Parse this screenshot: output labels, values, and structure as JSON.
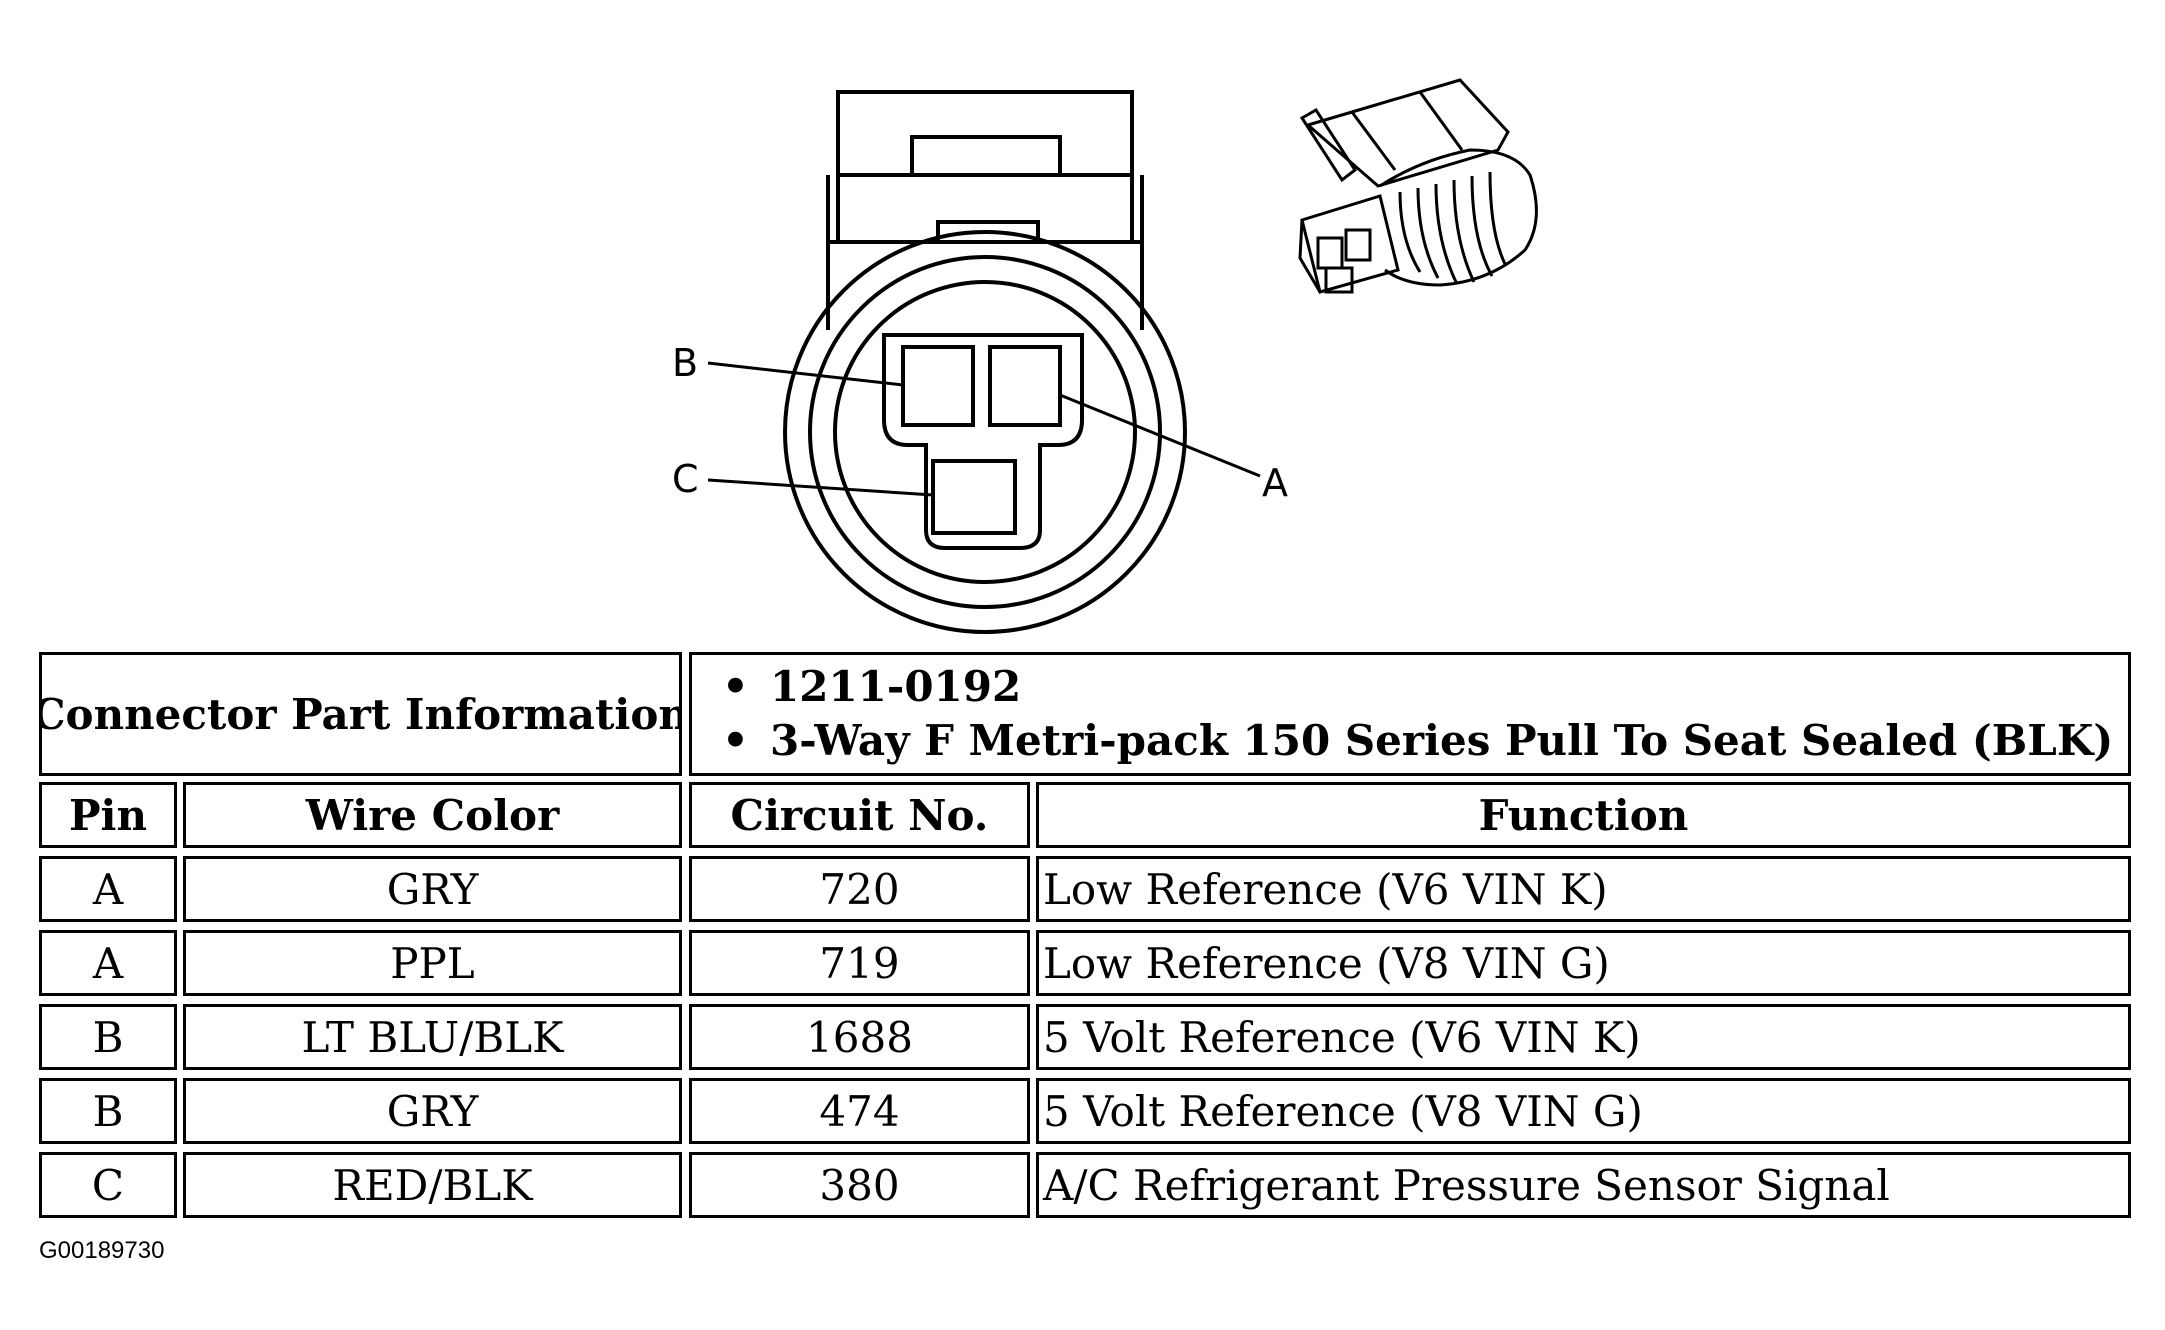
{
  "connector_drawing": {
    "pin_labels": [
      "A",
      "B",
      "C"
    ]
  },
  "part_info": {
    "label": "Connector Part Information",
    "items": [
      "1211-0192",
      "3-Way F Metri-pack 150 Series Pull To Seat Sealed (BLK)"
    ]
  },
  "pin_table": {
    "headers": [
      "Pin",
      "Wire Color",
      "Circuit No.",
      "Function"
    ],
    "rows": [
      {
        "pin": "A",
        "wire_color": "GRY",
        "circuit": "720",
        "function": "Low Reference (V6 VIN K)"
      },
      {
        "pin": "A",
        "wire_color": "PPL",
        "circuit": "719",
        "function": "Low Reference (V8 VIN G)"
      },
      {
        "pin": "B",
        "wire_color": "LT BLU/BLK",
        "circuit": "1688",
        "function": "5 Volt Reference (V6 VIN K)"
      },
      {
        "pin": "B",
        "wire_color": "GRY",
        "circuit": "474",
        "function": "5 Volt Reference (V8 VIN G)"
      },
      {
        "pin": "C",
        "wire_color": "RED/BLK",
        "circuit": "380",
        "function": "A/C Refrigerant Pressure Sensor Signal"
      }
    ]
  },
  "figure_id": "G00189730"
}
